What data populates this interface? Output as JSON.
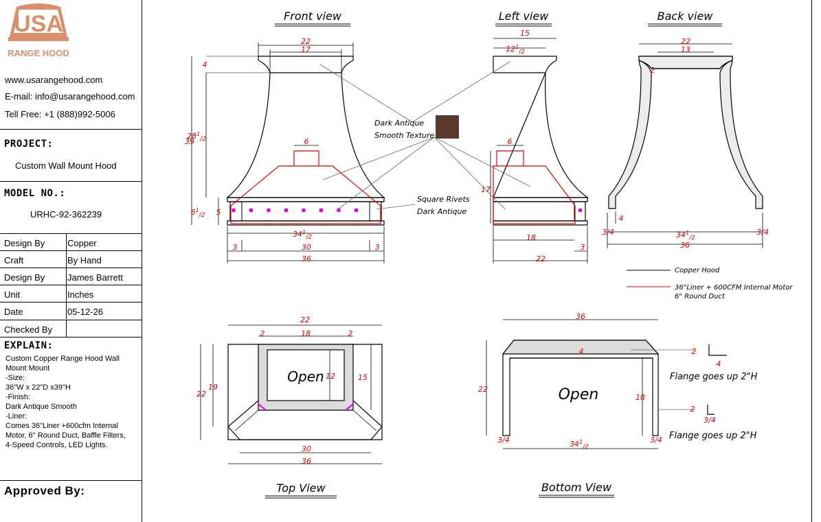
{
  "brand": {
    "logo_text": "USA",
    "logo_subtext": "RANGE HOOD",
    "website": "www.usarangehood.com",
    "email": "E-mail: info@usarangehood.com",
    "phone": "Tell Free: +1 (888)992-5006",
    "logo_color": "#d98f6b"
  },
  "project": {
    "label": "PROJECT:",
    "value": "Custom Wall Mount Hood"
  },
  "model": {
    "label": "MODEL NO.:",
    "value": "URHC-92-362239"
  },
  "specs": [
    {
      "key": "Design By",
      "value": "Copper"
    },
    {
      "key": "Craft",
      "value": "By Hand"
    },
    {
      "key": "Design By",
      "value": "James Barrett"
    },
    {
      "key": "Unit",
      "value": "Inches"
    },
    {
      "key": "Date",
      "value": "05-12-26"
    },
    {
      "key": "Checked By",
      "value": ""
    }
  ],
  "explain": {
    "label": "EXPLAIN:",
    "lines": [
      "Custom Copper  Range Hood Wall",
      "Mount Mount",
      "-Size:",
      "36\"W x 22\"D x39\"H",
      "-Finish:",
      "Dark Antique Smooth",
      "-Liner:",
      "Comes 36\"Liner +600cfm Internal",
      "Motor, 6\" Round Duct, Baffle Filters,",
      "4-Speed Controls, LED Lights."
    ]
  },
  "approved": {
    "label": "Approved By:"
  },
  "views": {
    "front": "Front view",
    "left": "Left view",
    "back": "Back view",
    "top": "Top View",
    "bottom": "Bottom View"
  },
  "callouts": {
    "finish_line1": "Dark Antique",
    "finish_line2": "Smooth Texture",
    "finish_swatch": "#5a3a2c",
    "rivets_line1": "Square Rivets",
    "rivets_line2": "Dark Antique",
    "open_top": "Open",
    "open_bottom": "Open",
    "flange1": "Flange goes up 2\"H",
    "flange2": "Flange goes up 2\"H"
  },
  "legend": {
    "copper": "Copper Hood",
    "liner_line1": "36\"Liner + 600CFM Internal Motor",
    "liner_line2": "6\" Round Duct",
    "copper_color": "#000000",
    "liner_color": "#e00000"
  },
  "dims": {
    "f_top_w": "22",
    "f_top_inner": "17",
    "f_collar_h": "4",
    "f_total_h": "39",
    "f_body_h": "28",
    "f_half": "1/2",
    "f_duct": "6",
    "f_band_outer": "6",
    "f_band": "5",
    "f_bottom_inner": "34",
    "f_side": "3",
    "f_mid": "30",
    "f_total_w": "36",
    "l_top_w": "15",
    "l_top_inner": "12",
    "l_duct": "6",
    "l_liner_h": "17",
    "l_depth": "18",
    "l_side": "3",
    "l_total": "22",
    "b_top": "22",
    "b_inner": "13",
    "b_collar": "2",
    "b_flange": "4",
    "b_span": "34",
    "b_frac": "3/4",
    "b_total": "36",
    "t_top": "22",
    "t_left": "2",
    "t_mid": "18",
    "t_right": "2",
    "t_open_h": "12",
    "t_side": "15",
    "t_depth": "19",
    "t_total_d": "22",
    "t_inner_w": "30",
    "t_total_w": "36",
    "bo_total": "36",
    "bo_flange": "4",
    "bo_depth": "22",
    "bo_span": "34",
    "bo_frac": "3/4",
    "bo_inner": "18",
    "bo_f1": "2",
    "bo_f1w": "4",
    "bo_f2": "2",
    "bo_f2w": "3/4"
  }
}
